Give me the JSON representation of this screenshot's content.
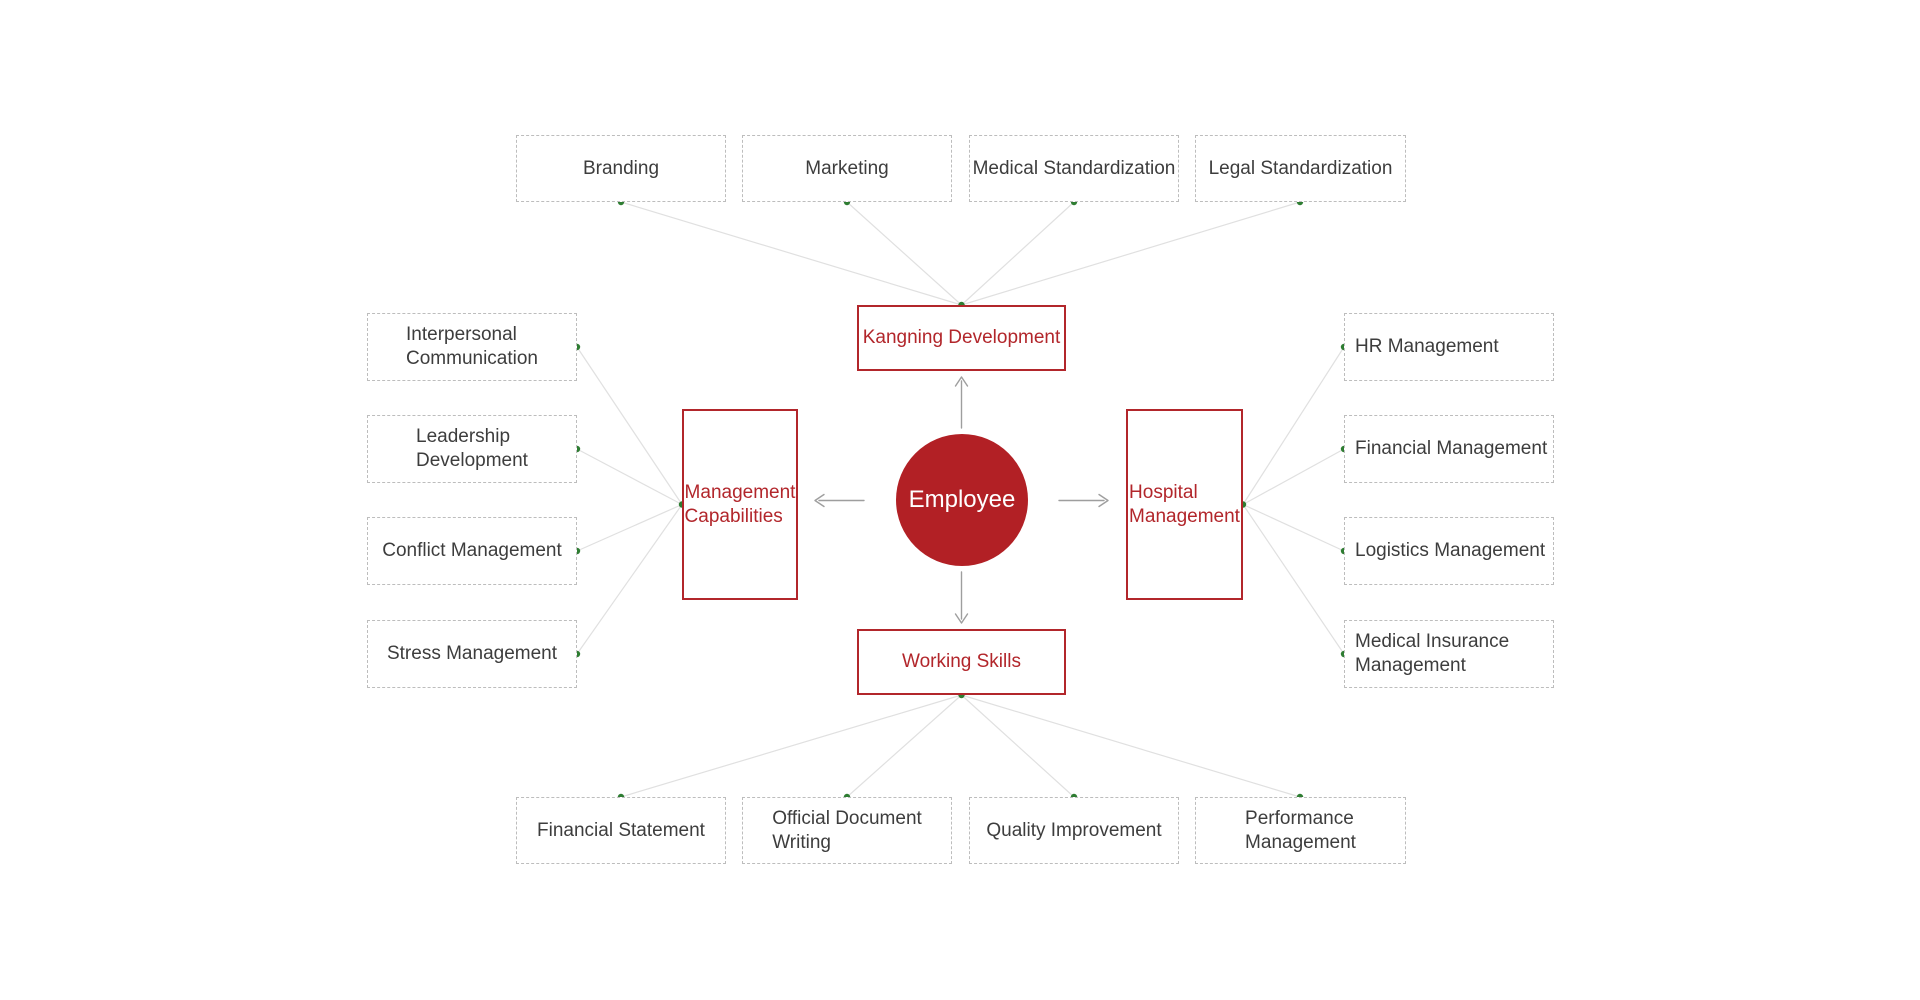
{
  "colors": {
    "red_outline": "#b2262b",
    "circle_red": "#b22025",
    "green_dot": "#2e7d32",
    "connector_gray": "#e0e0e0",
    "arrow_gray": "#9e9e9e",
    "dashed_border_gray": "#bdbdbd",
    "label_text": "#3d3d3d",
    "background": "#ffffff"
  },
  "center": {
    "label": "Employee"
  },
  "branches": {
    "top": {
      "label": "Kangning Development",
      "items": [
        "Branding",
        "Marketing",
        "Medical Standardization",
        "Legal Standardization"
      ]
    },
    "left": {
      "label": "Management\nCapabilities",
      "items": [
        "Interpersonal\nCommunication",
        "Leadership\nDevelopment",
        "Conflict Management",
        "Stress Management"
      ]
    },
    "right": {
      "label": "Hospital\nManagement",
      "items": [
        "HR Management",
        "Financial Management",
        "Logistics Management",
        "Medical Insurance\nManagement"
      ]
    },
    "bottom": {
      "label": "Working Skills",
      "items": [
        "Financial Statement",
        "Official Document\nWriting",
        "Quality Improvement",
        "Performance\nManagement"
      ]
    }
  }
}
